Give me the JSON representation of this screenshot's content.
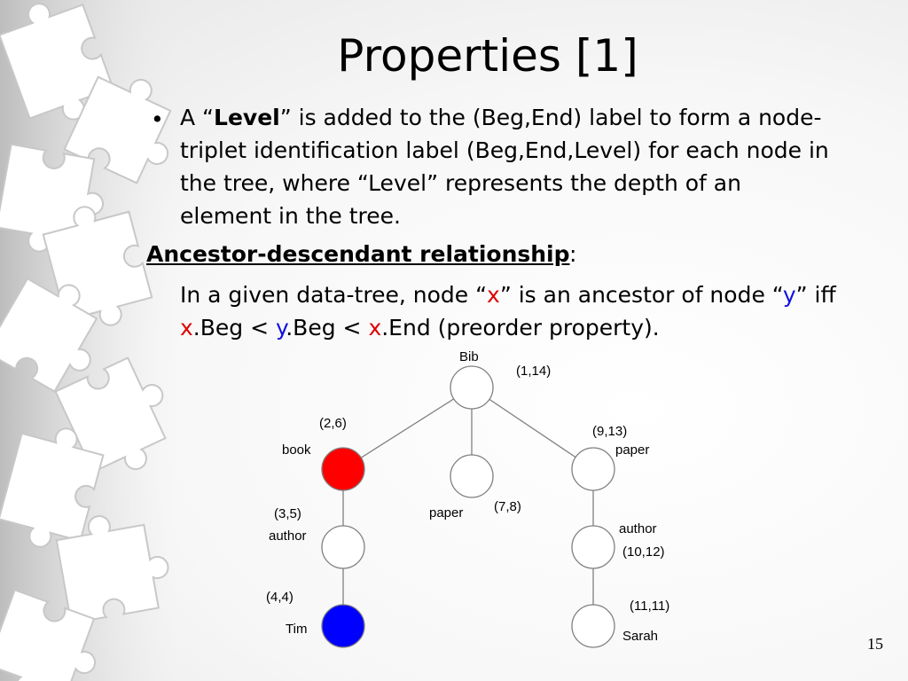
{
  "slide": {
    "title": "Properties [1]",
    "bullet": {
      "symbol": "•",
      "line1_pre": "A “",
      "line1_bold": "Level",
      "line1_post": "” is added to the (Beg,End) label to form a node-",
      "line2": "triplet identification label (Beg,End,Level) for each node in",
      "line3": "the tree, where “Level” represents the depth of an",
      "line4": "element in the tree."
    },
    "subheading": "Ancestor-descendant relationship",
    "subheading_colon": ":",
    "relation": {
      "line1_a": "In a given data-tree, node “",
      "x1": "x",
      "line1_b": "” is an ancestor of node “",
      "y1": "y",
      "line1_c": "” iff",
      "x2": "x",
      "line2_a": ".Beg < ",
      "y2": "y",
      "line2_b": ".Beg < ",
      "x3": "x",
      "line2_c": ".End (preorder property)."
    },
    "page_number": "15"
  },
  "tree": {
    "colors": {
      "highlight_x": "#ff0000",
      "highlight_y": "#0000ff",
      "default": "#ffffff",
      "edge": "#808080"
    },
    "nodes": [
      {
        "id": "bib",
        "name": "Bib",
        "label": "(1,14)",
        "fill": "default"
      },
      {
        "id": "book",
        "name": "book",
        "label": "(2,6)",
        "fill": "highlight_x"
      },
      {
        "id": "paper1",
        "name": "paper",
        "label": "(7,8)",
        "fill": "default"
      },
      {
        "id": "paper2",
        "name": "paper",
        "label": "(9,13)",
        "fill": "default"
      },
      {
        "id": "author1",
        "name": "author",
        "label": "(3,5)",
        "fill": "default"
      },
      {
        "id": "author2",
        "name": "author",
        "label": "(10,12)",
        "fill": "default"
      },
      {
        "id": "tim",
        "name": "Tim",
        "label": "(4,4)",
        "fill": "highlight_y"
      },
      {
        "id": "sarah",
        "name": "Sarah",
        "label": "(11,11)",
        "fill": "default"
      }
    ]
  }
}
